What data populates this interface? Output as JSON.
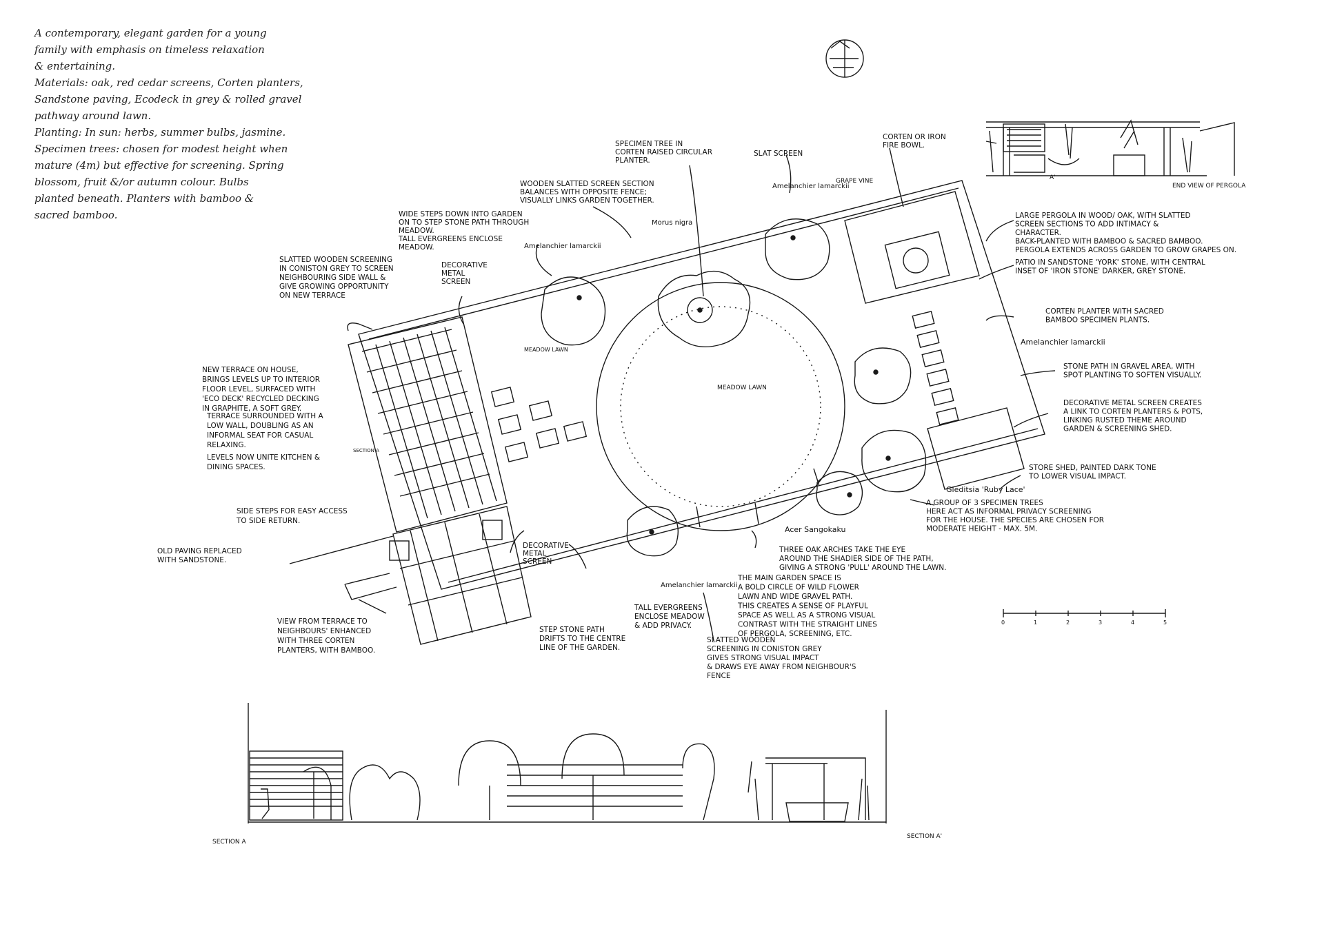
{
  "brief": {
    "lines": [
      "A contemporary, elegant garden for a young",
      "family with emphasis on timeless relaxation",
      "& entertaining.",
      "Materials: oak, red cedar screens, Corten planters,",
      "Sandstone paving, Ecodeck in grey & rolled gravel",
      "pathway around lawn.",
      "Planting: In sun: herbs, summer bulbs, jasmine.",
      "Specimen trees: chosen for modest height when",
      "mature (4m) but effective for screening. Spring",
      "blossom, fruit &/or autumn colour. Bulbs",
      "planted beneath. Planters with bamboo &",
      "sacred bamboo."
    ]
  },
  "plan": {
    "center_lawn": "MEADOW LAWN",
    "side_lawn": "MEADOW LAWN",
    "plants": {
      "amel_1": "Amelanchier lamarckii",
      "amel_2": "Amelanchier lamarckii",
      "amel_3": "Amelanchier lamarckii",
      "amel_4": "Amelanchier lamarckii",
      "morus": "Morus nigra",
      "grape": "GRAPE VINE",
      "gleditsia": "Gleditsia 'Ruby Lace'",
      "acer": "Acer Sangokaku"
    },
    "section_marker_a": "SECTION A",
    "section_marker_a2": "A'"
  },
  "annotations": {
    "slatted_screening": [
      "SLATTED WOODEN SCREENING",
      "IN CONISTON GREY TO SCREEN",
      "NEIGHBOURING SIDE WALL &",
      "GIVE GROWING OPPORTUNITY",
      "ON NEW TERRACE"
    ],
    "decorative_metal_top": [
      "DECORATIVE",
      "METAL",
      "SCREEN"
    ],
    "wide_steps": [
      "WIDE STEPS DOWN INTO GARDEN",
      "ON TO STEP STONE PATH THROUGH",
      "MEADOW.",
      "TALL EVERGREENS ENCLOSE",
      "MEADOW."
    ],
    "wooden_slatted_section": [
      "WOODEN SLATTED SCREEN SECTION",
      "BALANCES WITH OPPOSITE FENCE;",
      "VISUALLY LINKS GARDEN TOGETHER."
    ],
    "specimen_tree": [
      "SPECIMEN TREE IN",
      "CORTEN RAISED CIRCULAR",
      "PLANTER."
    ],
    "slat_screen": [
      "SLAT SCREEN"
    ],
    "fire_bowl": [
      "CORTEN OR IRON",
      "FIRE BOWL."
    ],
    "pergola": [
      "LARGE PERGOLA IN WOOD/ OAK, WITH SLATTED",
      "SCREEN SECTIONS TO ADD INTIMACY &",
      "CHARACTER.",
      "BACK-PLANTED WITH BAMBOO & SACRED BAMBOO.",
      "PERGOLA EXTENDS ACROSS GARDEN TO GROW GRAPES ON."
    ],
    "patio": [
      "PATIO IN SANDSTONE 'YORK' STONE, WITH CENTRAL",
      "INSET OF 'IRON STONE' DARKER, GREY STONE."
    ],
    "corten_planter": [
      "CORTEN PLANTER WITH SACRED",
      "BAMBOO SPECIMEN PLANTS."
    ],
    "stone_path": [
      "STONE PATH IN GRAVEL AREA, WITH",
      "SPOT PLANTING TO SOFTEN VISUALLY."
    ],
    "decorative_metal_right": [
      "DECORATIVE METAL SCREEN CREATES",
      "A LINK TO CORTEN PLANTERS & POTS,",
      "LINKING RUSTED THEME AROUND",
      "GARDEN & SCREENING SHED."
    ],
    "store_shed": [
      "STORE SHED, PAINTED DARK TONE",
      "TO LOWER VISUAL IMPACT."
    ],
    "specimen_group": [
      "A GROUP OF 3 SPECIMEN TREES",
      "HERE ACT AS INFORMAL PRIVACY SCREENING",
      "FOR THE HOUSE. THE SPECIES ARE CHOSEN FOR",
      "MODERATE HEIGHT - MAX. 5M."
    ],
    "new_terrace": [
      "NEW TERRACE ON HOUSE,",
      "BRINGS LEVELS UP TO INTERIOR",
      "FLOOR LEVEL, SURFACED WITH",
      "'ECO DECK' RECYCLED DECKING",
      "IN GRAPHITE, A SOFT GREY."
    ],
    "terrace_wall": [
      "TERRACE SURROUNDED WITH A",
      "LOW WALL, DOUBLING AS AN",
      "INFORMAL SEAT FOR CASUAL",
      "RELAXING."
    ],
    "levels": [
      "LEVELS NOW UNITE KITCHEN &",
      "DINING SPACES."
    ],
    "side_steps": [
      "SIDE STEPS FOR EASY ACCESS",
      "TO SIDE RETURN."
    ],
    "old_paving": [
      "OLD PAVING REPLACED",
      "WITH SANDSTONE."
    ],
    "view_terrace": [
      "VIEW FROM TERRACE TO",
      "NEIGHBOURS' ENHANCED",
      "WITH THREE CORTEN",
      "PLANTERS, WITH BAMBOO."
    ],
    "step_stone": [
      "STEP STONE PATH",
      "DRIFTS TO THE CENTRE",
      "LINE OF THE GARDEN."
    ],
    "tall_evergreens": [
      "TALL EVERGREENS",
      "ENCLOSE MEADOW",
      "& ADD PRIVACY."
    ],
    "decorative_metal_low": [
      "DECORATIVE",
      "METAL",
      "SCREEN"
    ],
    "oak_arches": [
      "THREE OAK ARCHES TAKE THE EYE",
      "AROUND THE SHADIER SIDE OF THE PATH,",
      "GIVING A STRONG 'PULL' AROUND THE LAWN."
    ],
    "main_space": [
      "THE MAIN GARDEN SPACE IS",
      "A BOLD CIRCLE OF WILD FLOWER",
      "LAWN AND WIDE GRAVEL PATH.",
      "THIS CREATES A SENSE OF PLAYFUL",
      "SPACE AS WELL AS A STRONG VISUAL",
      "CONTRAST WITH THE STRAIGHT LINES",
      "OF PERGOLA, SCREENING, ETC."
    ],
    "slatted_coniston": [
      "SLATTED WOODEN",
      "SCREENING IN CONISTON GREY",
      "GIVES STRONG VISUAL IMPACT",
      "& DRAWS EYE AWAY FROM NEIGHBOUR'S",
      "FENCE"
    ]
  },
  "scale_bar": {
    "ticks": [
      "0",
      "1",
      "2",
      "3",
      "4",
      "5"
    ]
  },
  "pergola_view": {
    "label": "END VIEW OF PERGOLA"
  },
  "section": {
    "label_a": "SECTION A",
    "label_a2": "SECTION A'"
  },
  "colors": {
    "ink": "#1a1a1a",
    "paper": "#ffffff"
  }
}
